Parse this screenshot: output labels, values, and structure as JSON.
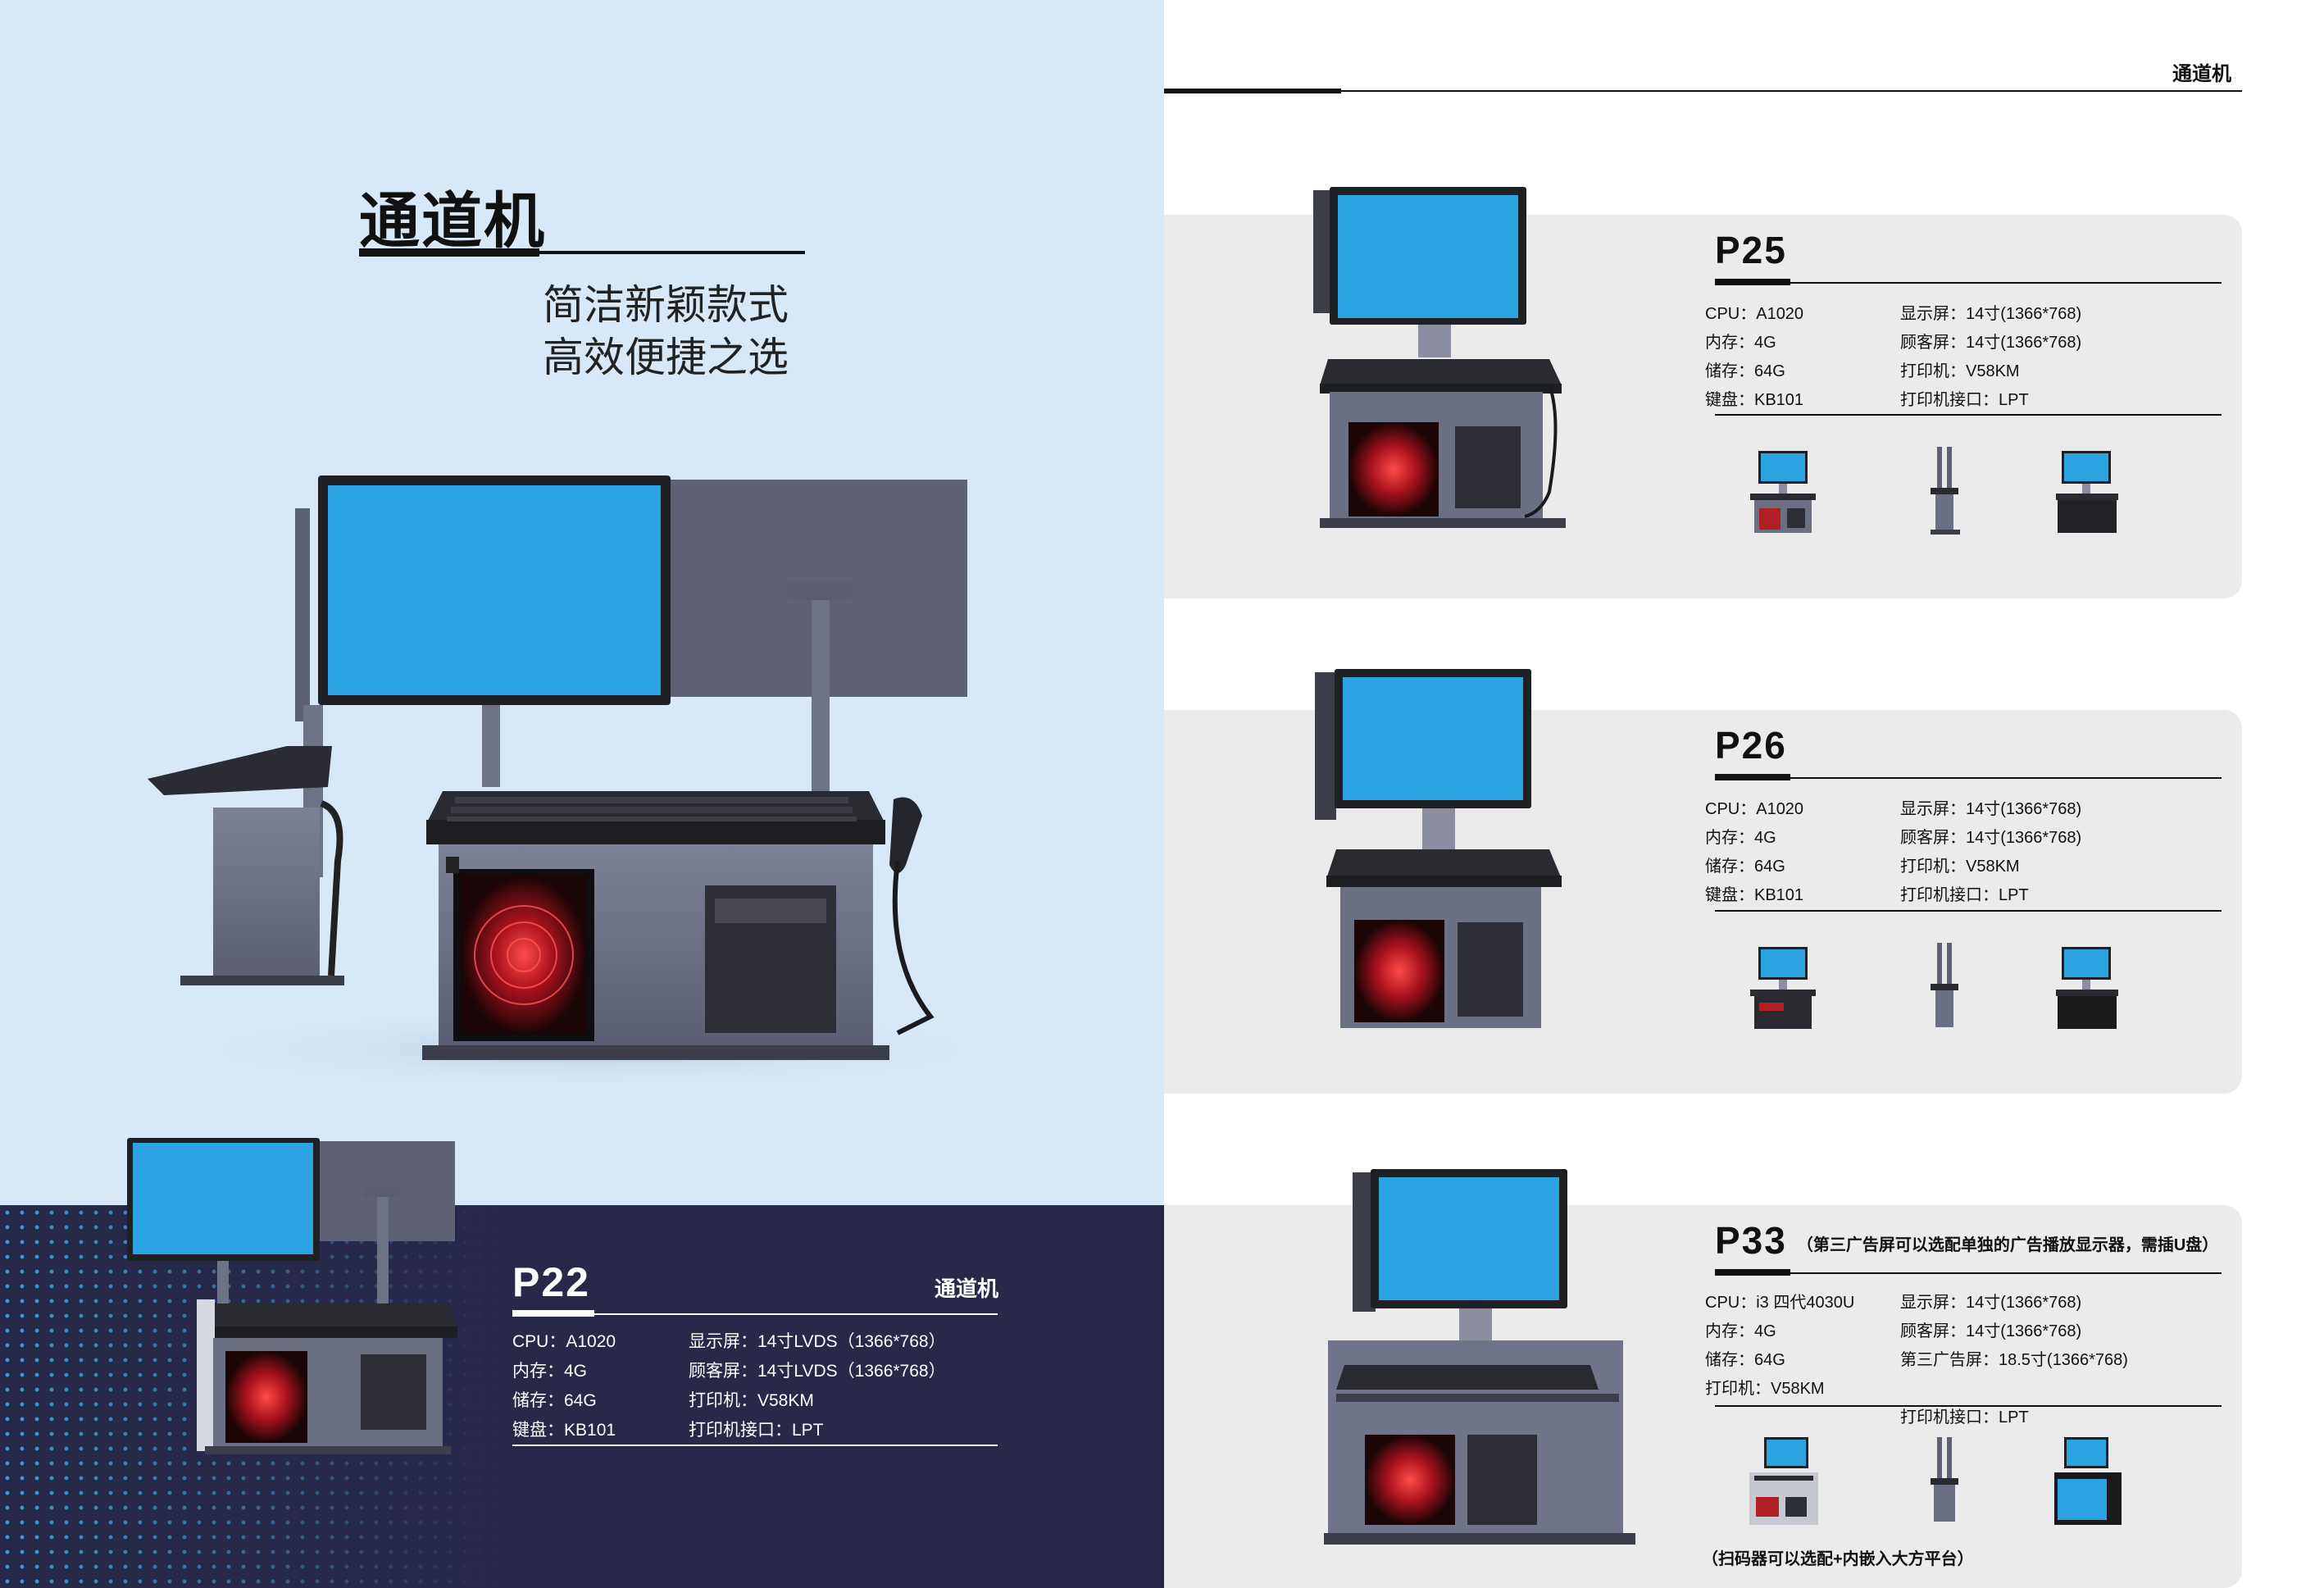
{
  "left_page": {
    "title": "通道机",
    "tagline_1": "简洁新颖款式",
    "tagline_2": "高效便捷之选",
    "p22": {
      "model": "P22",
      "label": "通道机",
      "specs": [
        "CPU：A1020",
        "显示屏：14寸LVDS（1366*768）",
        "内存：4G",
        "顾客屏：14寸LVDS（1366*768）",
        "储存：64G",
        "打印机：V58KM",
        "键盘：KB101",
        "打印机接口：LPT"
      ]
    }
  },
  "right_page": {
    "header_label": "通道机",
    "products": [
      {
        "model": "P25",
        "specs": [
          "CPU：A1020",
          "显示屏：14寸(1366*768)",
          "内存：4G",
          "顾客屏：14寸(1366*768)",
          "储存：64G",
          "打印机：V58KM",
          "键盘：KB101",
          "打印机接口：LPT"
        ]
      },
      {
        "model": "P26",
        "specs": [
          "CPU：A1020",
          "显示屏：14寸(1366*768)",
          "内存：4G",
          "顾客屏：14寸(1366*768)",
          "储存：64G",
          "打印机：V58KM",
          "键盘：KB101",
          "打印机接口：LPT"
        ]
      },
      {
        "model": "P33",
        "note": "（第三广告屏可以选配单独的广告播放显示器，需插U盘）",
        "specs": [
          "CPU：i3 四代4030U",
          "显示屏：14寸(1366*768)",
          "内存：4G",
          "顾客屏：14寸(1366*768)",
          "储存：64G",
          "第三广告屏：18.5寸(1366*768)",
          "打印机：V58KM",
          "",
          "",
          "打印机接口：LPT"
        ],
        "footnote": "（扫码器可以选配+内嵌入大方平台）"
      }
    ]
  },
  "colors": {
    "left_background": "#d9e8f7",
    "dark_band": "#27284a",
    "dot_accent": "#3d9ad9",
    "card_background": "#ebebeb",
    "screen_blue": "#2ba3e0",
    "cabinet_grey": "#6b6f82",
    "fan_red": "#d0202a"
  },
  "icons": [
    "checkout-terminal-image",
    "barcode-scanner-image"
  ]
}
